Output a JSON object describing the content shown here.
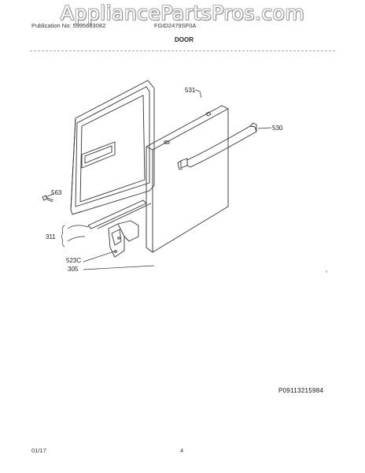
{
  "watermark": "AppliancePartsPros.com",
  "header": {
    "publication": "Publication No: 5995683082",
    "model": "FGID2479SF0A",
    "section": "DOOR"
  },
  "callouts": [
    "531",
    "530",
    "563",
    "311",
    "523C",
    "305"
  ],
  "figure_id": "P09113215984",
  "footer": {
    "date": "01/17",
    "page": "4"
  }
}
